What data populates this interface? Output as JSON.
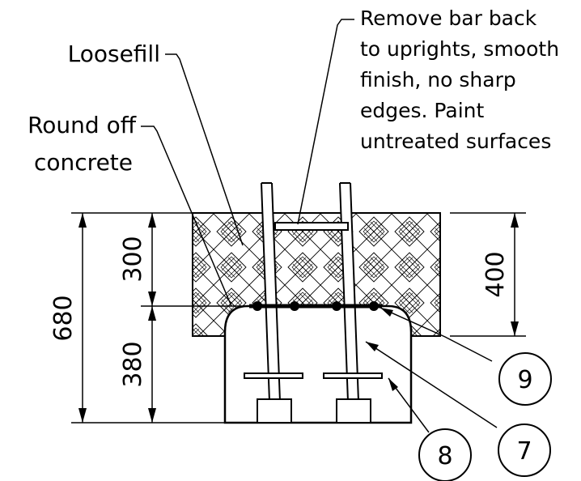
{
  "labels": {
    "loosefill": "Loosefill",
    "round_off_line1": "Round off",
    "round_off_line2": "concrete",
    "note_lines": [
      "Remove bar back",
      "to uprights, smooth",
      "finish, no sharp",
      "edges. Paint",
      "untreated surfaces"
    ]
  },
  "dimensions": {
    "total": "680",
    "upper": "300",
    "lower": "380",
    "right": "400"
  },
  "callouts": {
    "c9": "9",
    "c7": "7",
    "c8": "8"
  }
}
